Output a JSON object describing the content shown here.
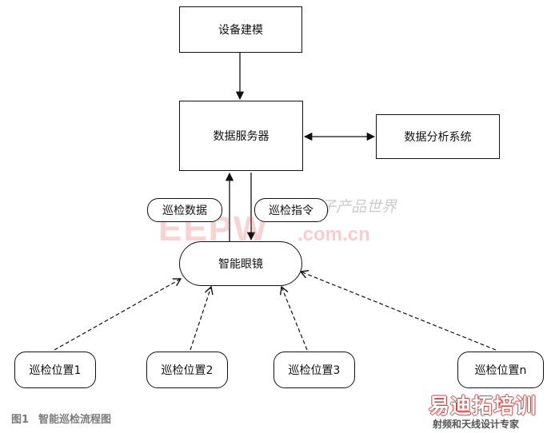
{
  "nodes": {
    "modeling": "设备建模",
    "data_server": "数据服务器",
    "analysis": "数据分析系统",
    "glasses": "智能眼镜",
    "pos1": "巡检位置1",
    "pos2": "巡检位置2",
    "pos3": "巡检位置3",
    "posn": "巡检位置n"
  },
  "edge_labels": {
    "upload": "巡检数据",
    "command": "巡检指令"
  },
  "caption": {
    "figure": "图1",
    "title": "智能巡检流程图"
  },
  "watermarks": {
    "main": "EEPW",
    "url": ".com.cn",
    "cn": "电子产品世界",
    "logo": "易迪拓培训",
    "logo_sub": "射频和天线设计专家"
  }
}
